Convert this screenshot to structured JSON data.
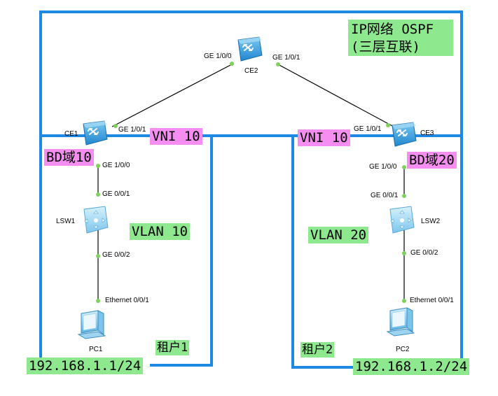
{
  "area": {
    "title_line1": "IP网络 OSPF",
    "title_line2": "(三层互联)"
  },
  "devices": {
    "ce2": "CE2",
    "ce1": "CE1",
    "ce3": "CE3",
    "lsw1": "LSW1",
    "lsw2": "LSW2",
    "pc1": "PC1",
    "pc2": "PC2"
  },
  "ports": {
    "ce2_left": "GE 1/0/0",
    "ce2_right": "GE 1/0/1",
    "ce1_up": "GE 1/0/1",
    "ce3_up": "GE 1/0/1",
    "ce1_down": "GE 1/0/0",
    "ce3_down": "GE 1/0/0",
    "lsw1_up": "GE 0/0/1",
    "lsw2_up": "GE 0/0/1",
    "lsw1_down": "GE 0/0/2",
    "lsw2_down": "GE 0/0/2",
    "pc1_eth": "Ethernet 0/0/1",
    "pc2_eth": "Ethernet 0/0/1"
  },
  "tags": {
    "vni_left": "VNI 10",
    "vni_right": "VNI 10",
    "bd_left": "BD域10",
    "bd_right": "BD域20",
    "vlan_left": "VLAN 10",
    "vlan_right": "VLAN 20",
    "tenant1": "租户1",
    "tenant2": "租户2",
    "ip_left": "192.168.1.1/24",
    "ip_right": "192.168.1.2/24"
  },
  "colors": {
    "boundary": "#1e88e5",
    "link": "#000000",
    "port_dot": "#7dd35a",
    "label_green": "#8ee88e",
    "label_pink": "#f58ef0",
    "switch_blue": "#3fa9e6",
    "access_switch": "#a6dcf7"
  },
  "icons": {
    "core_switch": "core-switch-icon",
    "access_switch": "access-switch-icon",
    "pc": "pc-icon"
  }
}
